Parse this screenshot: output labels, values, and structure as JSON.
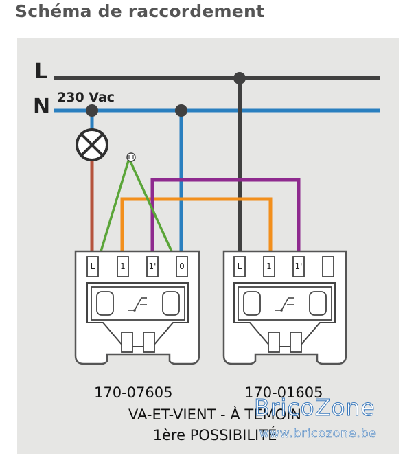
{
  "title": "Schéma de raccordement",
  "lines": {
    "L": "L",
    "N": "N",
    "voltage": "230 Vac"
  },
  "switch_left": {
    "terminals": [
      "L",
      "1",
      "1'",
      "0"
    ],
    "reference": "170-07605"
  },
  "switch_right": {
    "terminals": [
      "L",
      "1",
      "1'",
      ""
    ],
    "reference": "170-01605"
  },
  "caption": {
    "line1": "VA-ET-VIENT - À TÉMOIN",
    "line2": "1ère POSSIBILITÉ"
  },
  "watermark": {
    "brand": "BricoZone",
    "url": "www.bricozone.be"
  },
  "colors": {
    "phase": "#404040",
    "neutral": "#2a7fbf",
    "lamp_wire": "#b5533c",
    "green": "#5aa538",
    "orange": "#f28f1c",
    "purple": "#8e2a8e"
  },
  "icons": [
    "lamp-icon",
    "pilot-light-icon",
    "switch-symbol-icon"
  ]
}
